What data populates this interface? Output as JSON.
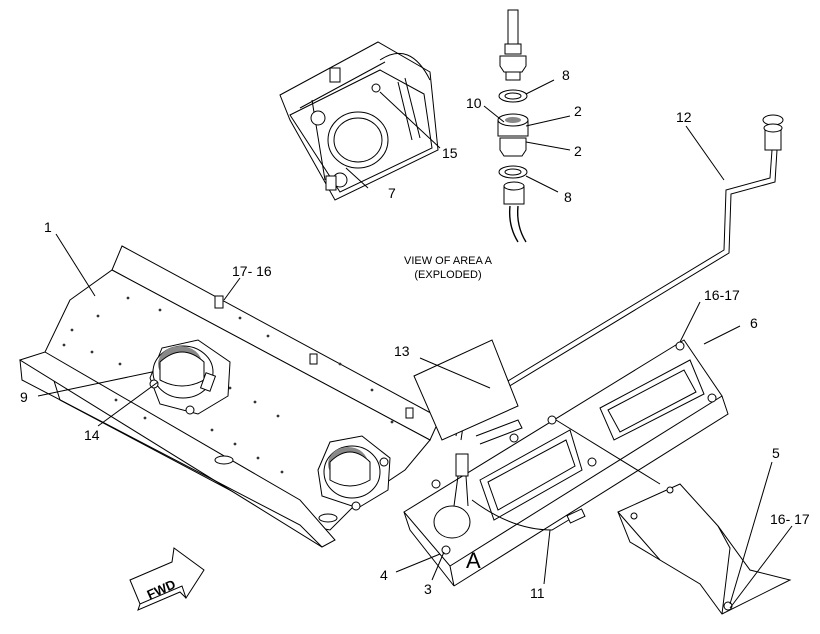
{
  "caption": {
    "line1": "VIEW OF AREA A",
    "line2": "(EXPLODED)"
  },
  "area_marker": "A",
  "fwd_label": "FWD",
  "callouts": {
    "c1": "1",
    "c2a": "2",
    "c2b": "2",
    "c3": "3",
    "c4": "4",
    "c5": "5",
    "c6": "6",
    "c7": "7",
    "c8a": "8",
    "c8b": "8",
    "c9": "9",
    "c10": "10",
    "c11": "11",
    "c12": "12",
    "c13": "13",
    "c14": "14",
    "c15": "15",
    "c16_17_top": "17- 16",
    "c16_17_mid": "16-17",
    "c16_17_right": "16- 17"
  }
}
